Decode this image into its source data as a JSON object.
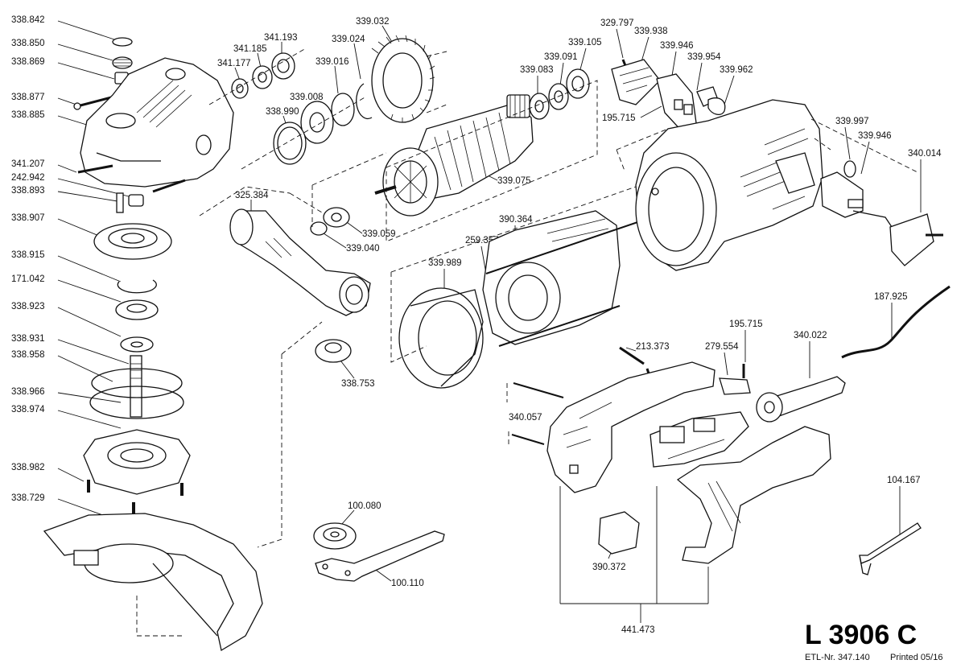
{
  "title": "L 3906 C",
  "footer": {
    "etl": "ETL-Nr. 347.140",
    "printed": "Printed 05/16"
  },
  "labels": {
    "p338842": "338.842",
    "p338850": "338.850",
    "p338869": "338.869",
    "p338877": "338.877",
    "p338885": "338.885",
    "p341207": "341.207",
    "p242942": "242.942",
    "p338893": "338.893",
    "p338907": "338.907",
    "p338915": "338.915",
    "p171042": "171.042",
    "p338923": "338.923",
    "p338931": "338.931",
    "p338958": "338.958",
    "p338966": "338.966",
    "p338974": "338.974",
    "p338982": "338.982",
    "p338729": "338.729",
    "p341177": "341.177",
    "p341185": "341.185",
    "p341193": "341.193",
    "p339024": "339.024",
    "p339032": "339.032",
    "p339016": "339.016",
    "p339008": "339.008",
    "p338990": "338.990",
    "p325384": "325.384",
    "p339059": "339.059",
    "p339040": "339.040",
    "p338753": "338.753",
    "p100080": "100.080",
    "p100110": "100.110",
    "p339075": "339.075",
    "p339083": "339.083",
    "p339091": "339.091",
    "p339105": "339.105",
    "p329797": "329.797",
    "p339938": "339.938",
    "p339946a": "339.946",
    "p339954": "339.954",
    "p339962": "339.962",
    "p195715a": "195.715",
    "p339997": "339.997",
    "p339946b": "339.946",
    "p340014": "340.014",
    "p390364": "390.364",
    "p259357": "259.357",
    "p339989": "339.989",
    "p187925": "187.925",
    "p195715b": "195.715",
    "p340022": "340.022",
    "p213373": "213.373",
    "p279554": "279.554",
    "p340057": "340.057",
    "p104167": "104.167",
    "p390372": "390.372",
    "p441473": "441.473"
  }
}
